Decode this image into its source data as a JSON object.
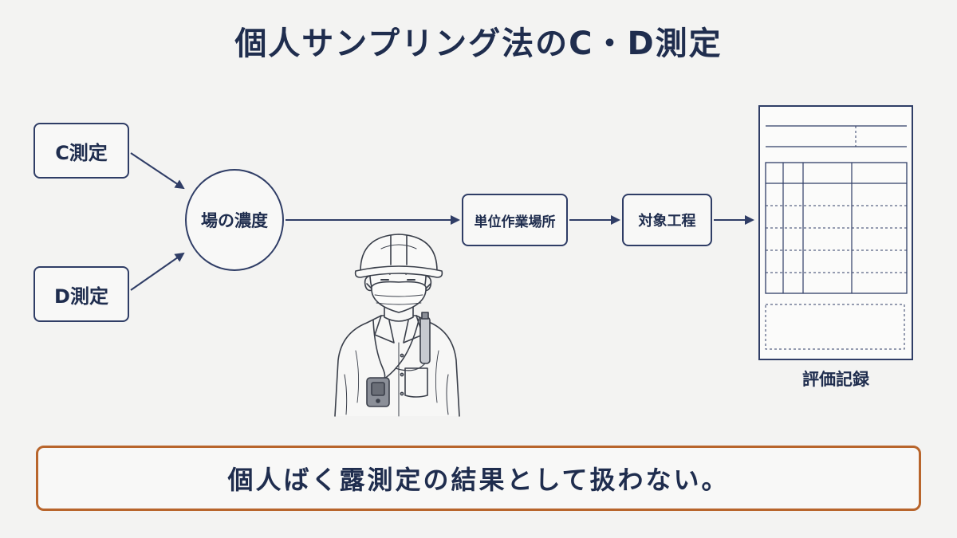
{
  "title": "個人サンプリング法のC・D測定",
  "nodes": {
    "c_measure": "C測定",
    "d_measure": "D測定",
    "field_concentration": "場の濃度",
    "unit_workplace": "単位作業場所",
    "target_process": "対象工程",
    "evaluation_record": "評価記録"
  },
  "banner": "個人ばく露測定の結果として扱わない。",
  "colors": {
    "navy": "#1f2d4e",
    "line": "#2f3d66",
    "banner_border": "#b8652c",
    "background": "#f3f3f2"
  },
  "icons": {
    "worker": "worker-with-helmet-mask-sampler-icon",
    "document": "evaluation-record-form-icon"
  }
}
